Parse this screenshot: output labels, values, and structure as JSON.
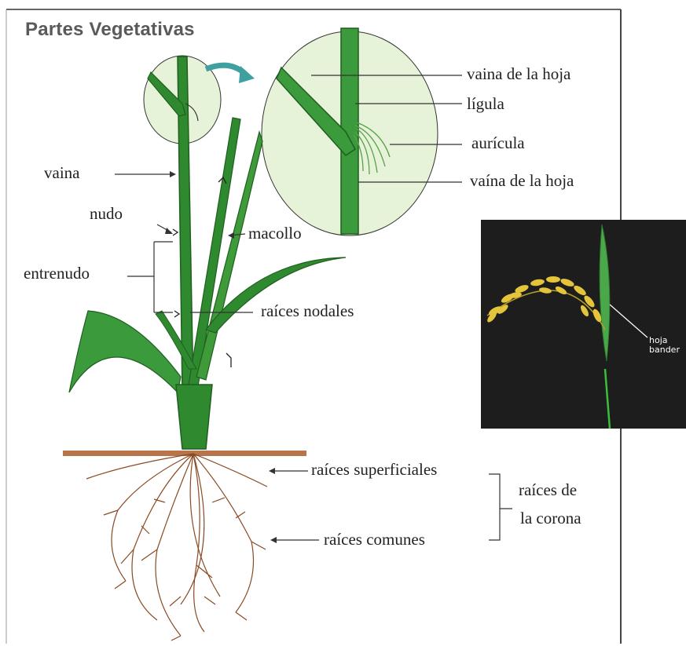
{
  "title": "Partes Vegetativas",
  "labels": {
    "vaina": "vaina",
    "nudo": "nudo",
    "entrenudo": "entrenudo",
    "macollo": "macollo",
    "raices_nodales": "raíces nodales",
    "vaina_de_la_hoja_1": "vaina de la hoja",
    "ligula": "lígula",
    "auricula": "aurícula",
    "vaina_de_la_hoja_2": "vaína de la hoja",
    "raices_superficiales": "raíces superficiales",
    "raices_comunes": "raíces comunes",
    "raices_corona_1": "raíces de",
    "raices_corona_2": "la corona",
    "hoja_bandera_1": "hoja",
    "hoja_bandera_2": "bander"
  },
  "colors": {
    "stem": "#2f8a2f",
    "stem_dark": "#1f5f1f",
    "zoom_fill": "#e6f3d8",
    "soil": "#b8744a",
    "root": "#8a4a22",
    "arrow": "#3fa0a0",
    "photo_bg": "#1d1d1d",
    "grain": "#e3c43a",
    "divider": "#555555"
  }
}
